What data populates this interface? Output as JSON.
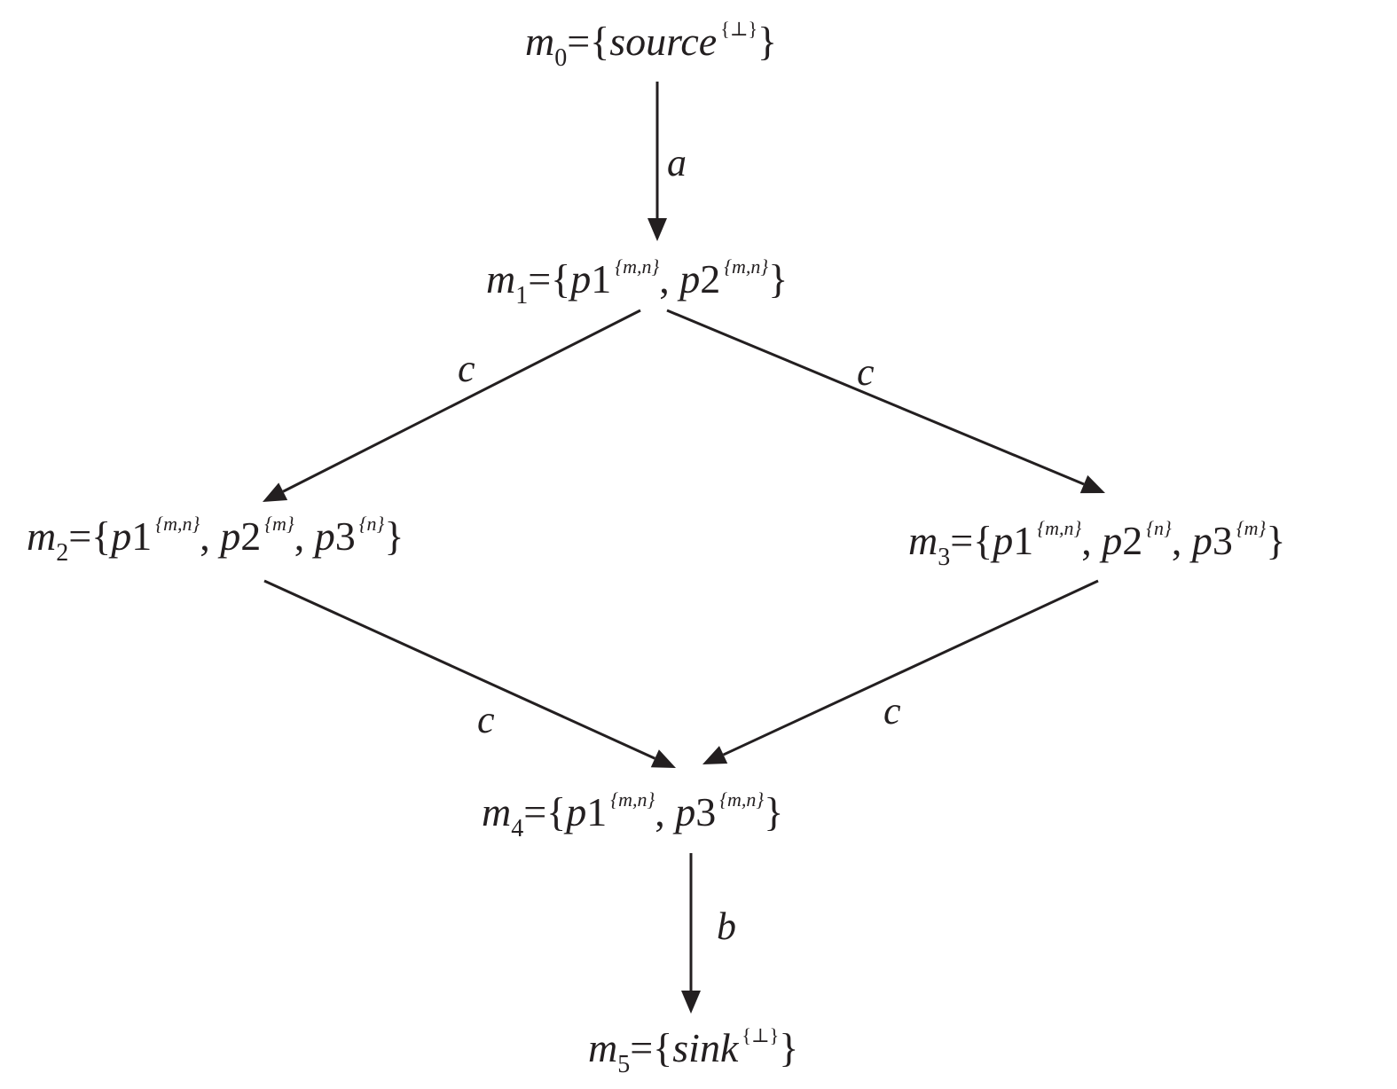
{
  "nodes": [
    {
      "id": "m0",
      "var": "m",
      "index": "0",
      "places": [
        {
          "name": "source",
          "digit": "",
          "tokens": "{⊥}"
        }
      ]
    },
    {
      "id": "m1",
      "var": "m",
      "index": "1",
      "places": [
        {
          "name": "p",
          "digit": "1",
          "tokens": "{m,n}"
        },
        {
          "name": "p",
          "digit": "2",
          "tokens": "{m,n}"
        }
      ]
    },
    {
      "id": "m2",
      "var": "m",
      "index": "2",
      "places": [
        {
          "name": "p",
          "digit": "1",
          "tokens": "{m,n}"
        },
        {
          "name": "p",
          "digit": "2",
          "tokens": "{m}"
        },
        {
          "name": "p",
          "digit": "3",
          "tokens": "{n}"
        }
      ]
    },
    {
      "id": "m3",
      "var": "m",
      "index": "3",
      "places": [
        {
          "name": "p",
          "digit": "1",
          "tokens": "{m,n}"
        },
        {
          "name": "p",
          "digit": "2",
          "tokens": "{n}"
        },
        {
          "name": "p",
          "digit": "3",
          "tokens": "{m}"
        }
      ]
    },
    {
      "id": "m4",
      "var": "m",
      "index": "4",
      "places": [
        {
          "name": "p",
          "digit": "1",
          "tokens": "{m,n}"
        },
        {
          "name": "p",
          "digit": "3",
          "tokens": "{m,n}"
        }
      ]
    },
    {
      "id": "m5",
      "var": "m",
      "index": "5",
      "places": [
        {
          "name": "sink",
          "digit": "",
          "tokens": "{⊥}"
        }
      ]
    }
  ],
  "edges": [
    {
      "from": "m0",
      "to": "m1",
      "label": "a"
    },
    {
      "from": "m1",
      "to": "m2",
      "label": "c"
    },
    {
      "from": "m1",
      "to": "m3",
      "label": "c"
    },
    {
      "from": "m2",
      "to": "m4",
      "label": "c"
    },
    {
      "from": "m3",
      "to": "m4",
      "label": "c"
    },
    {
      "from": "m4",
      "to": "m5",
      "label": "b"
    }
  ],
  "colors": {
    "ink": "#231f20",
    "background": "#ffffff"
  }
}
